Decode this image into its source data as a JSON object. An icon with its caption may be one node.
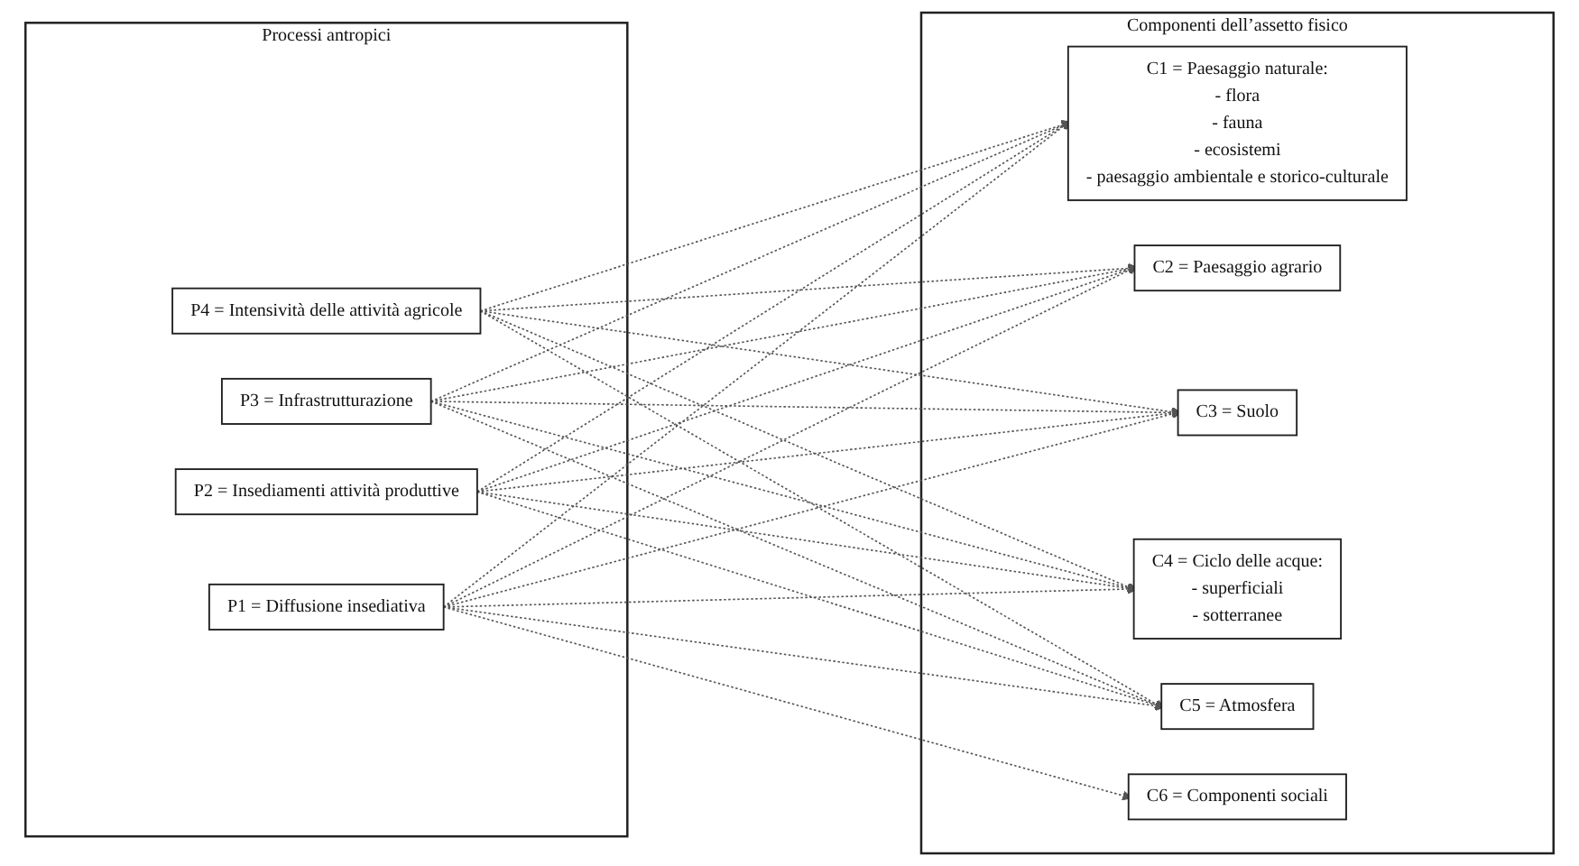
{
  "diagram": {
    "nodes": [
      {
        "text": [
          "Processi antropici"
        ]
      },
      {
        "text": [
          "P1 = Diffusione insediativa"
        ],
        "in": 0
      },
      {
        "text": [
          "P2 = Insediamenti attività produttive"
        ],
        "in": 0
      },
      {
        "text": [
          "P3 = Infrastrutturazione"
        ],
        "in": 0
      },
      {
        "text": [
          "P4 = Intensività delle attività agricole"
        ],
        "in": 0
      },
      {
        "text": [
          "Componenti dell’assetto fisico"
        ]
      },
      {
        "text": [
          "C1 = Paesaggio naturale:",
          "- flora",
          "- fauna",
          "- ecosistemi",
          "- paesaggio ambientale e storico-culturale"
        ],
        "in": 5
      },
      {
        "text": [
          "C2 = Paesaggio agrario"
        ],
        "in": 5
      },
      {
        "text": [
          "C3 = Suolo"
        ],
        "in": 5
      },
      {
        "text": [
          "C4 = Ciclo delle acque:",
          "- superficiali",
          "- sotterranee"
        ],
        "in": 5
      },
      {
        "text": [
          "C5 = Atmosfera"
        ],
        "in": 5
      },
      {
        "text": [
          "C6 = Componenti sociali"
        ],
        "in": 5
      }
    ],
    "edges": [
      {
        "from": 1,
        "to": 6,
        "arrow": "to",
        "style": "dashed"
      },
      {
        "from": 1,
        "to": 7,
        "arrow": "to",
        "style": "dashed"
      },
      {
        "from": 1,
        "to": 8,
        "arrow": "to",
        "style": "dashed"
      },
      {
        "from": 1,
        "to": 9,
        "arrow": "to",
        "style": "dashed"
      },
      {
        "from": 1,
        "to": 10,
        "arrow": "to",
        "style": "dashed"
      },
      {
        "from": 1,
        "to": 11,
        "arrow": "to",
        "style": "dashed"
      },
      {
        "from": 2,
        "to": 6,
        "arrow": "to",
        "style": "dashed"
      },
      {
        "from": 2,
        "to": 7,
        "arrow": "to",
        "style": "dashed"
      },
      {
        "from": 2,
        "to": 8,
        "arrow": "to",
        "style": "dashed"
      },
      {
        "from": 2,
        "to": 9,
        "arrow": "to",
        "style": "dashed"
      },
      {
        "from": 2,
        "to": 10,
        "arrow": "to",
        "style": "dashed"
      },
      {
        "from": 3,
        "to": 6,
        "arrow": "to",
        "style": "dashed"
      },
      {
        "from": 3,
        "to": 7,
        "arrow": "to",
        "style": "dashed"
      },
      {
        "from": 3,
        "to": 8,
        "arrow": "to",
        "style": "dashed"
      },
      {
        "from": 3,
        "to": 9,
        "arrow": "to",
        "style": "dashed"
      },
      {
        "from": 3,
        "to": 10,
        "arrow": "to",
        "style": "dashed"
      },
      {
        "from": 4,
        "to": 6,
        "arrow": "to",
        "style": "dashed"
      },
      {
        "from": 4,
        "to": 7,
        "arrow": "to",
        "style": "dashed"
      },
      {
        "from": 4,
        "to": 8,
        "arrow": "to",
        "style": "dashed"
      },
      {
        "from": 4,
        "to": 9,
        "arrow": "to",
        "style": "dashed"
      },
      {
        "from": 4,
        "to": 10,
        "arrow": "to",
        "style": "dashed"
      }
    ]
  }
}
